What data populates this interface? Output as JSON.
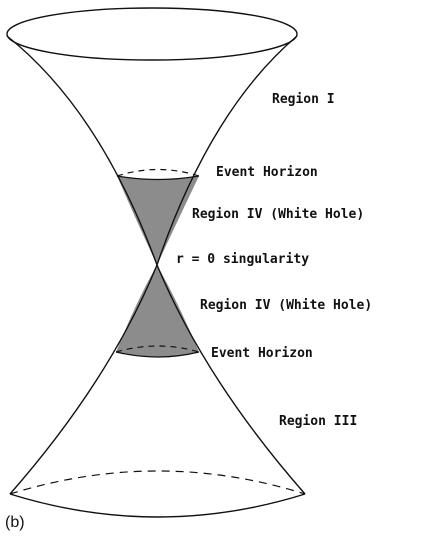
{
  "labels": {
    "region_1": "Region I",
    "event_horizon_upper": "Event Horizon",
    "region_4_upper": "Region IV (White Hole)",
    "singularity": "r = 0 singularity",
    "region_4_lower": "Region IV (White Hole)",
    "event_horizon_lower": "Event Horizon",
    "region_3": "Region III"
  },
  "caption": "(b)",
  "colors": {
    "line": "#111111",
    "shade": "#8c8c8c"
  }
}
